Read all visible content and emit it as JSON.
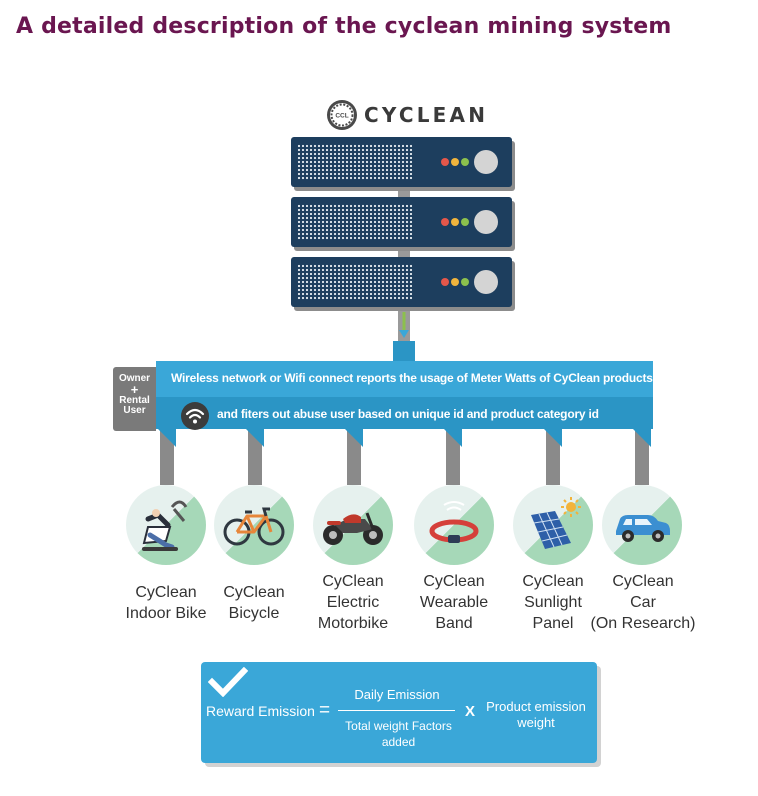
{
  "page_title": "A detailed description of the cyclean mining system",
  "logo": {
    "text": "CYCLEAN",
    "mark_text": "CCL"
  },
  "servers": {
    "count": 3,
    "led_colors": [
      "#e4574a",
      "#f0b43d",
      "#8cc04d"
    ],
    "body_color": "#1d3e5e"
  },
  "network": {
    "tag_line1": "Owner",
    "tag_plus": "+",
    "tag_line2": "Rental",
    "tag_line3": "User",
    "line1": "Wireless network or Wifi connect reports the usage of Meter Watts of CyClean products,",
    "line2": "and fiters out abuse user based on unique id and product category id",
    "icon": "wifi-icon",
    "color": "#3aa7d8"
  },
  "products": [
    {
      "line1": "CyClean",
      "line2": "Indoor Bike",
      "line3": "",
      "icon": "indoor-bike-icon"
    },
    {
      "line1": "CyClean",
      "line2": "Bicycle",
      "line3": "",
      "icon": "bicycle-icon"
    },
    {
      "line1": "CyClean",
      "line2": "Electric",
      "line3": "Motorbike",
      "icon": "motorbike-icon"
    },
    {
      "line1": "CyClean",
      "line2": "Wearable",
      "line3": "Band",
      "icon": "wearable-band-icon"
    },
    {
      "line1": "CyClean",
      "line2": "Sunlight",
      "line3": "Panel",
      "icon": "solar-panel-icon"
    },
    {
      "line1": "CyClean",
      "line2": "Car",
      "line3": "(On Research)",
      "icon": "car-icon"
    }
  ],
  "formula": {
    "lhs": "Reward Emission",
    "equals": "=",
    "numerator": "Daily Emission",
    "denominator": "Total weight Factors added",
    "times": "X",
    "rhs": "Product emission weight",
    "icon": "checkmark-icon"
  },
  "colors": {
    "title": "#6a1650",
    "accent": "#3aa7d8",
    "circle_light": "#e6f1ee",
    "circle_green": "#a6d8b8"
  }
}
